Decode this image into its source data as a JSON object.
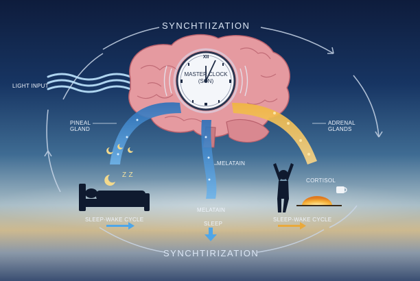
{
  "title_top": "SYNCHTIIZATION",
  "title_bottom": "SYNCHTIRIZATION",
  "clock": {
    "line1": "MASTER CLOCK",
    "line2": "(SCN)",
    "numeral": "XII"
  },
  "labels": {
    "light_input": "LIGHT INPUT",
    "pineal_line1": "PINEAL",
    "pineal_line2": "GLAND",
    "adrenal_line1": "ADRENAL",
    "adrenal_line2": "GLANDS",
    "melatain_upper": "MELATAIN",
    "melatain_lower": "MELATAIN",
    "sleep": "SLEEP",
    "cortisol": "CORTISOL",
    "cycle_left": "SLEEP-WAKE CYCLE",
    "cycle_right": "SLEEP-WAKE CYCLE",
    "zz": "Z  z"
  },
  "colors": {
    "melatonin_stream": "#3d8fd6",
    "cortisol_stream": "#e8a930",
    "brain": "#e59aa0"
  },
  "icons": [
    "light-waves-icon",
    "clock-icon",
    "moon-icon",
    "bed-icon",
    "person-stretching-icon",
    "sunrise-icon",
    "coffee-cup-icon",
    "down-arrow-icon",
    "right-arrow-icon"
  ]
}
